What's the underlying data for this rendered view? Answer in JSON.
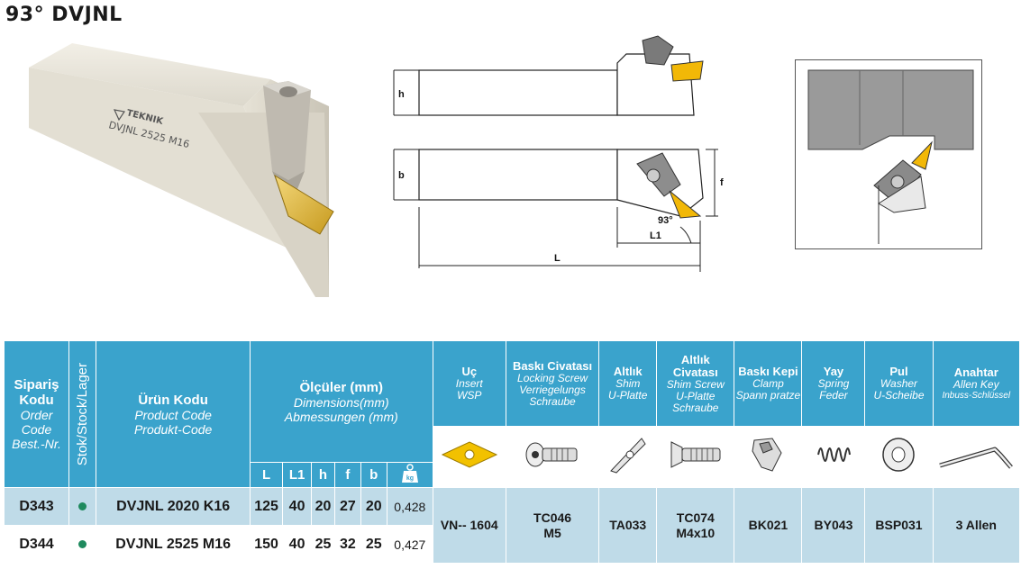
{
  "title": "93° DVJNL",
  "holder": {
    "brand": "TEKNIK",
    "marking": "DVJNL 2525 M16"
  },
  "drawing": {
    "labels": {
      "h": "h",
      "b": "b",
      "f": "f",
      "l1": "L1",
      "l": "L",
      "angle": "93°"
    }
  },
  "table": {
    "order_code": {
      "tr": "Sipariş Kodu",
      "en": "Order Code",
      "de": "Best.-Nr."
    },
    "stock": "Stok/Stock/Lager",
    "product_code": {
      "tr": "Ürün Kodu",
      "en": "Product Code",
      "de": "Produkt-Code"
    },
    "dimensions": {
      "tr": "Ölçüler (mm)",
      "en": "Dimensions(mm)",
      "de": "Abmessungen (mm)"
    },
    "dim_cols": [
      "L",
      "L1",
      "h",
      "f",
      "b"
    ],
    "weight_icon": "kg",
    "accessories": [
      {
        "tr": "Uç",
        "en": "Insert",
        "de": "WSP",
        "icon": "insert-icon"
      },
      {
        "tr": "Baskı Civatası",
        "en": "Locking Screw",
        "de": "Verriegelungs Schraube",
        "icon": "locking-screw-icon"
      },
      {
        "tr": "Altlık",
        "en": "Shim",
        "de": "U-Platte",
        "icon": "shim-icon"
      },
      {
        "tr": "Altlık Civatası",
        "en": "Shim Screw",
        "de": "U-Platte Schraube",
        "icon": "shim-screw-icon"
      },
      {
        "tr": "Baskı Kepi",
        "en": "Clamp",
        "de": "Spann pratze",
        "icon": "clamp-icon"
      },
      {
        "tr": "Yay",
        "en": "Spring",
        "de": "Feder",
        "icon": "spring-icon"
      },
      {
        "tr": "Pul",
        "en": "Washer",
        "de": "U-Scheibe",
        "icon": "washer-icon"
      },
      {
        "tr": "Anahtar",
        "en": "Allen Key",
        "de": "Inbuss-Schlüssel",
        "icon": "allen-key-icon"
      }
    ],
    "rows": [
      {
        "order": "D343",
        "product": "DVJNL 2020 K16",
        "L": "125",
        "L1": "40",
        "h": "20",
        "f": "27",
        "b": "20",
        "weight": "0,428"
      },
      {
        "order": "D344",
        "product": "DVJNL 2525 M16",
        "L": "150",
        "L1": "40",
        "h": "25",
        "f": "32",
        "b": "25",
        "weight": "0,427"
      }
    ],
    "accessory_values": {
      "insert": "VN-- 1604",
      "locking_screw": [
        "TC046",
        "M5"
      ],
      "shim": "TA033",
      "shim_screw": [
        "TC074",
        "M4x10"
      ],
      "clamp": "BK021",
      "spring": "BY043",
      "washer": "BSP031",
      "key": "3 Allen"
    }
  }
}
